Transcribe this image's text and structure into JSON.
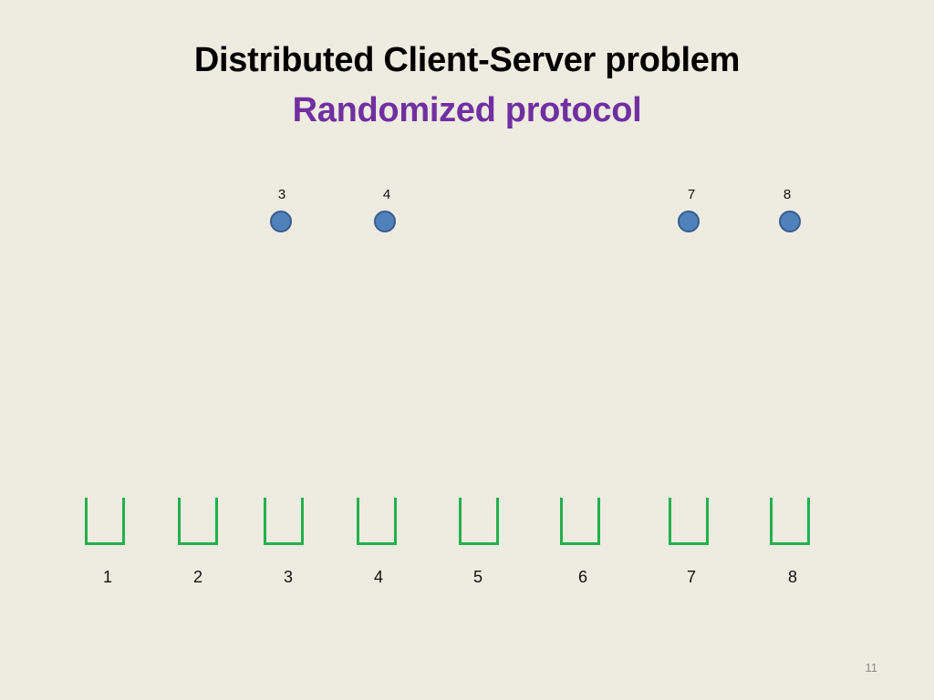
{
  "slide": {
    "title": "Distributed Client-Server problem",
    "subtitle": "Randomized protocol",
    "page_number": "11"
  },
  "clients": [
    {
      "label": "3"
    },
    {
      "label": "4"
    },
    {
      "label": "7"
    },
    {
      "label": "8"
    }
  ],
  "servers": [
    {
      "label": "1"
    },
    {
      "label": "2"
    },
    {
      "label": "3"
    },
    {
      "label": "4"
    },
    {
      "label": "5"
    },
    {
      "label": "6"
    },
    {
      "label": "7"
    },
    {
      "label": "8"
    }
  ],
  "colors": {
    "background": "#eeebe1",
    "title": "#000000",
    "subtitle": "#7030a0",
    "client_fill": "#4f81bd",
    "client_stroke": "#385d8a",
    "server_stroke": "#22b14c"
  },
  "icons": {
    "client": "filled-circle",
    "server": "open-bin"
  }
}
